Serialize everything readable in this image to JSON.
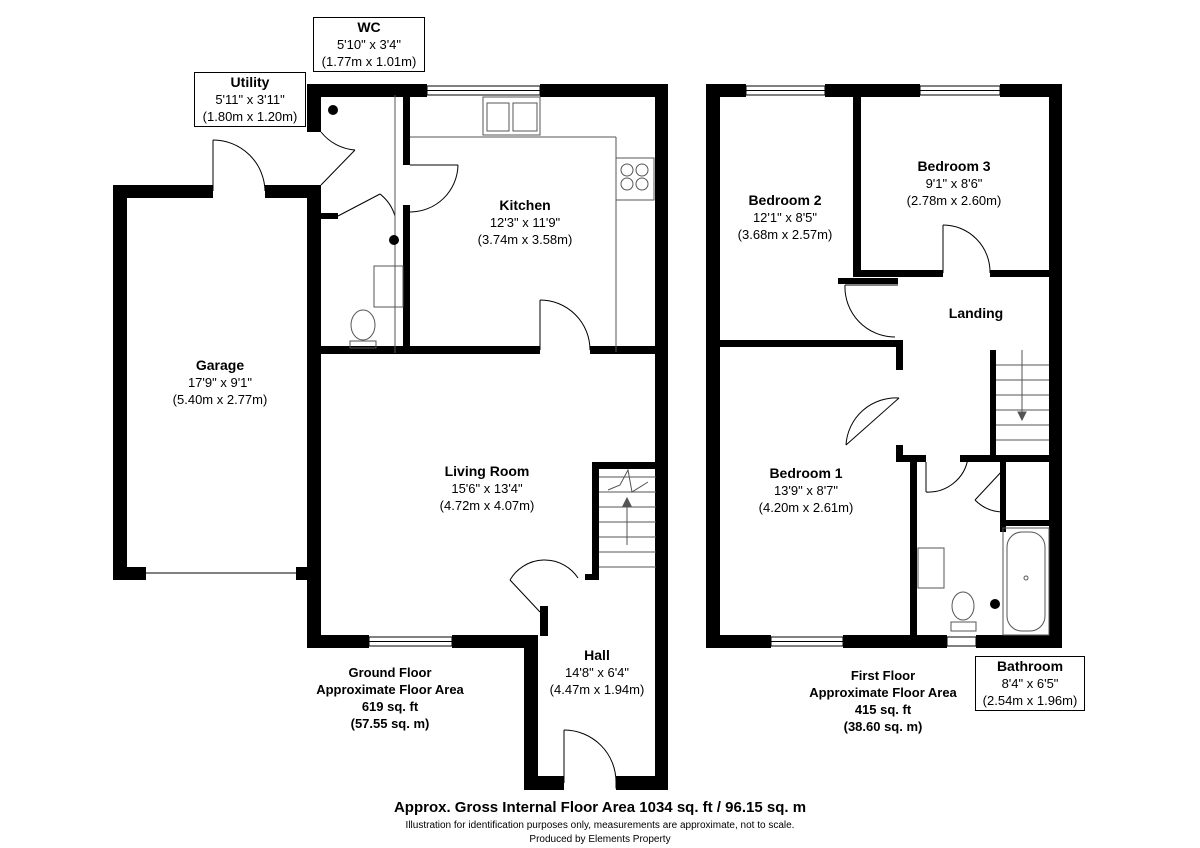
{
  "rooms": {
    "wc": {
      "name": "WC",
      "imperial": "5'10\" x 3'4\"",
      "metric": "(1.77m x 1.01m)"
    },
    "utility": {
      "name": "Utility",
      "imperial": "5'11\" x 3'11\"",
      "metric": "(1.80m x 1.20m)"
    },
    "kitchen": {
      "name": "Kitchen",
      "imperial": "12'3\" x 11'9\"",
      "metric": "(3.74m x 3.58m)"
    },
    "garage": {
      "name": "Garage",
      "imperial": "17'9\" x 9'1\"",
      "metric": "(5.40m x 2.77m)"
    },
    "living": {
      "name": "Living Room",
      "imperial": "15'6\" x 13'4\"",
      "metric": "(4.72m x 4.07m)"
    },
    "hall": {
      "name": "Hall",
      "imperial": "14'8\" x 6'4\"",
      "metric": "(4.47m x 1.94m)"
    },
    "bedroom2": {
      "name": "Bedroom 2",
      "imperial": "12'1\" x 8'5\"",
      "metric": "(3.68m x 2.57m)"
    },
    "bedroom3": {
      "name": "Bedroom 3",
      "imperial": "9'1\" x 8'6\"",
      "metric": "(2.78m x 2.60m)"
    },
    "landing": {
      "name": "Landing"
    },
    "bedroom1": {
      "name": "Bedroom 1",
      "imperial": "13'9\" x 8'7\"",
      "metric": "(4.20m x 2.61m)"
    },
    "bathroom": {
      "name": "Bathroom",
      "imperial": "8'4\" x 6'5\"",
      "metric": "(2.54m x 1.96m)"
    }
  },
  "floors": {
    "ground": {
      "line1": "Ground Floor",
      "line2": "Approximate Floor Area",
      "line3": "619 sq. ft",
      "line4": "(57.55 sq. m)"
    },
    "first": {
      "line1": "First Floor",
      "line2": "Approximate Floor Area",
      "line3": "415 sq. ft",
      "line4": "(38.60 sq. m)"
    }
  },
  "footer": {
    "title": "Approx. Gross Internal Floor Area 1034 sq. ft / 96.15 sq. m",
    "note": "Illustration for identification purposes only, measurements are approximate, not to scale.",
    "credit": "Produced by Elements Property"
  },
  "colors": {
    "wall": "#000000",
    "fixture": "#555555",
    "background": "#ffffff"
  }
}
